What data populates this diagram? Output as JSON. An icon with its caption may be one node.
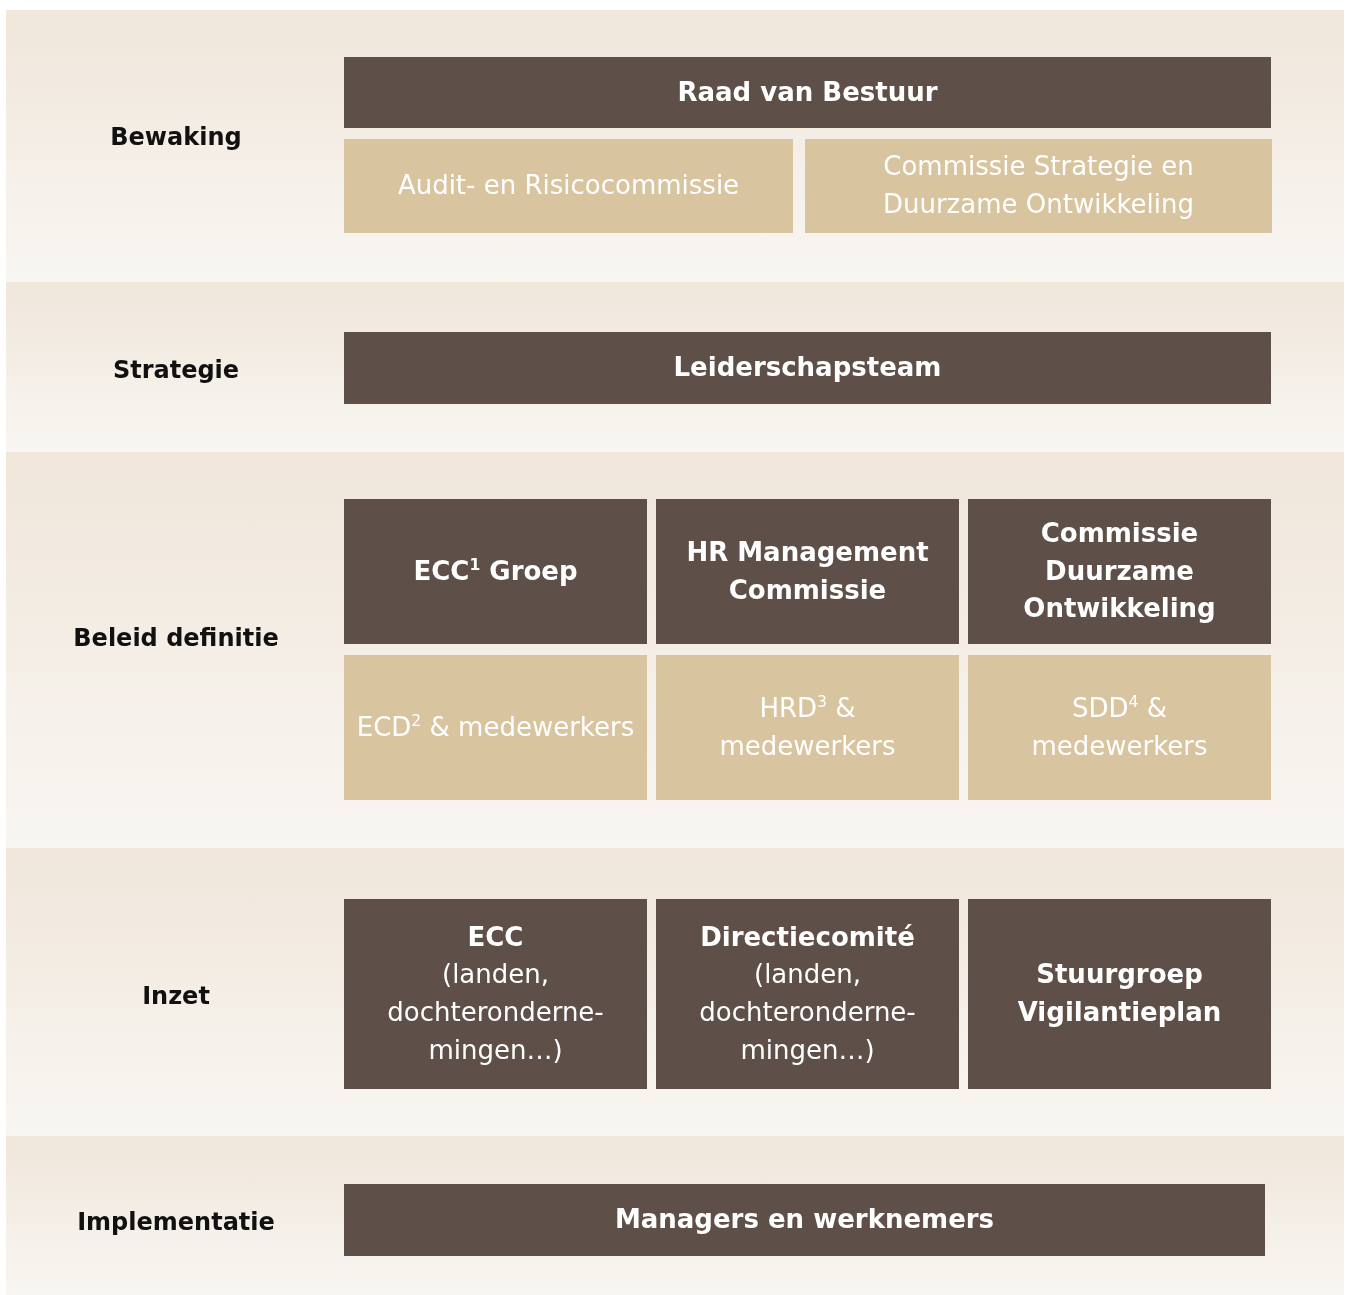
{
  "diagram": {
    "nodes": [
      {
        "text": [
          "Bewaking"
        ]
      },
      {
        "text": [
          "Raad van Bestuur"
        ],
        "in": 0
      },
      {
        "text": [
          "Audit- en Risicocommissie"
        ],
        "in": 0
      },
      {
        "text": [
          "Commissie Strategie en Duurzame Ontwikkeling"
        ],
        "in": 0
      },
      {
        "text": [
          "Strategie"
        ]
      },
      {
        "text": [
          "Leiderschapsteam"
        ],
        "in": 4
      },
      {
        "text": [
          "Beleid definitie"
        ]
      },
      {
        "text": [
          "ECC$^{1}$ Groep"
        ],
        "in": 6
      },
      {
        "text": [
          "HR Management Commissie"
        ],
        "in": 6
      },
      {
        "text": [
          "Commissie Duurzame Ontwikkeling"
        ],
        "in": 6
      },
      {
        "text": [
          "ECD$^{2}$ & medewerkers"
        ],
        "in": 6
      },
      {
        "text": [
          "HRD$^{3}$ & medewerkers"
        ],
        "in": 6
      },
      {
        "text": [
          "SDD$^{4}$ & medewerkers"
        ],
        "in": 6
      },
      {
        "text": [
          "Inzet"
        ]
      },
      {
        "text": [
          "ECC",
          "(landen, dochteronderne-mingen…)"
        ],
        "in": 13
      },
      {
        "text": [
          "Directiecomité",
          "(landen, dochteronderne-mingen…)"
        ],
        "in": 13
      },
      {
        "text": [
          "Stuurgroep Vigilantieplan"
        ],
        "in": 13
      },
      {
        "text": [
          "Implementatie"
        ]
      },
      {
        "text": [
          "Managers en werknemers"
        ],
        "in": 17
      }
    ],
    "edges": []
  }
}
